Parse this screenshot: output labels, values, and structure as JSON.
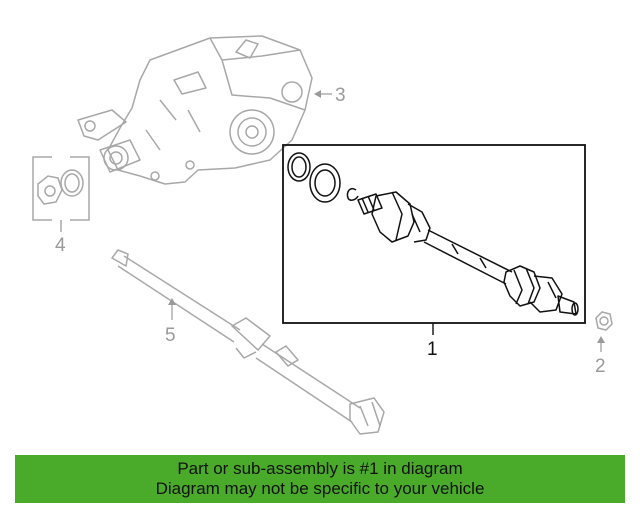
{
  "callouts": {
    "c1": "1",
    "c2": "2",
    "c3": "3",
    "c4": "4",
    "c5": "5"
  },
  "banner": {
    "line1": "Part or sub-assembly is #1 in diagram",
    "line2": "Diagram may not be specific to your vehicle"
  },
  "colors": {
    "banner_bg": "#4aab2b",
    "highlight_line": "#111111",
    "background_part_line": "#a8a8a8"
  }
}
